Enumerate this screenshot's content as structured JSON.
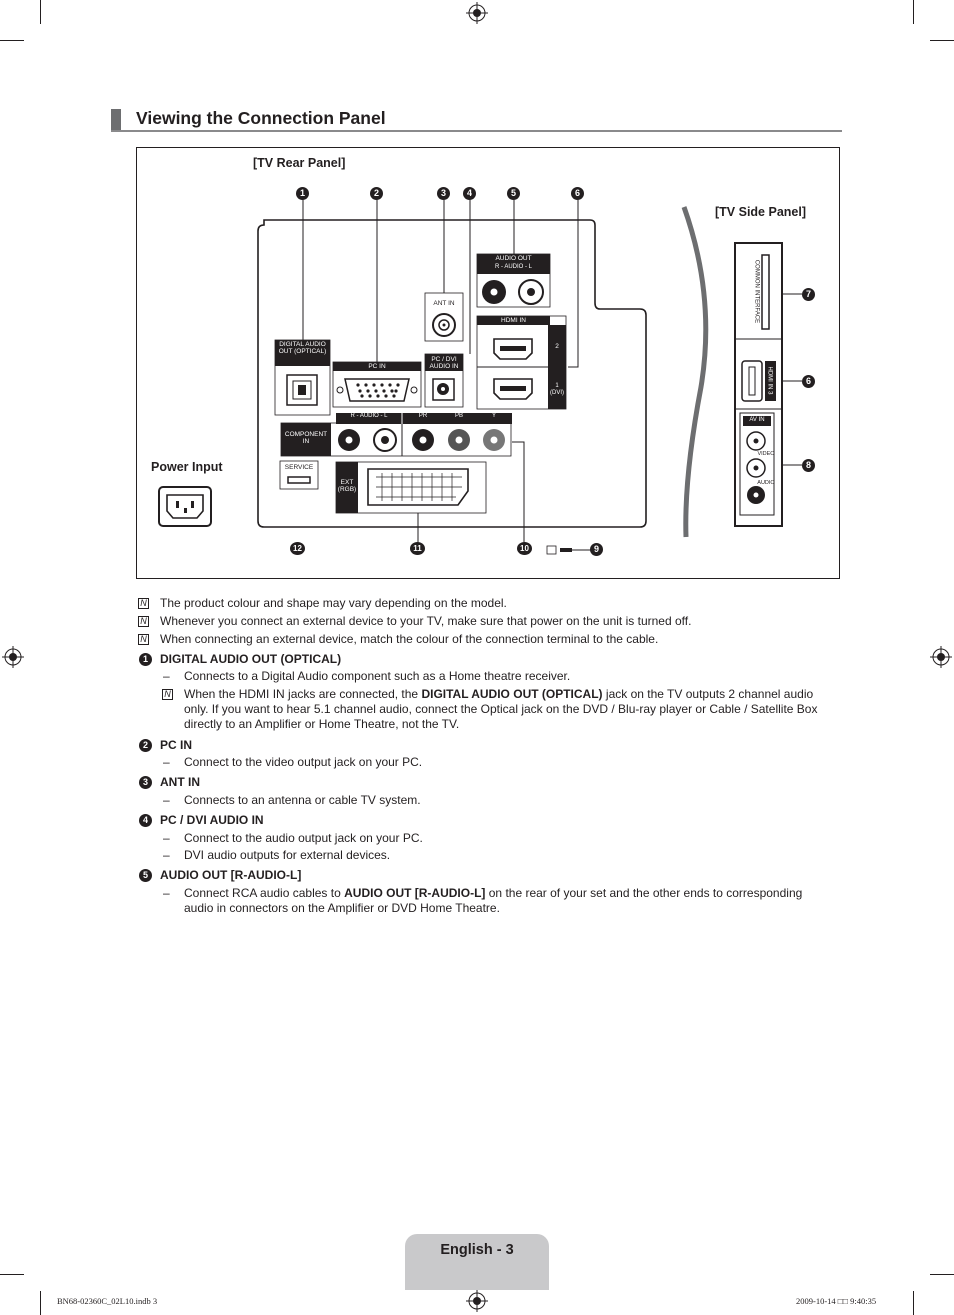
{
  "section": {
    "title": "Viewing the Connection Panel"
  },
  "figure": {
    "rear_panel_label": "[TV Rear Panel]",
    "side_panel_label": "[TV Side Panel]",
    "power_input_label": "Power Input",
    "callouts": {
      "c1": "1",
      "c2": "2",
      "c3": "3",
      "c4": "4",
      "c5": "5",
      "c6": "6",
      "c7": "7",
      "c6b": "6",
      "c8": "8",
      "c9": "9",
      "c10": "10",
      "c11": "11",
      "c12": "12"
    },
    "ports": {
      "digital_audio_out": "DIGITAL AUDIO OUT (OPTICAL)",
      "pc_in": "PC IN",
      "ant_in": "ANT IN",
      "pc_dvi_audio_in": "PC / DVI AUDIO IN",
      "audio_out": "AUDIO OUT",
      "audio_out_sub": "R - AUDIO - L",
      "hdmi_in": "HDMI IN",
      "hdmi_2": "2",
      "hdmi_1": "1 (DVI)",
      "component_in": "COMPONENT IN",
      "component_audio": "R - AUDIO - L",
      "component_pr": "PR",
      "component_pb": "PB",
      "component_y": "Y",
      "service": "SERVICE",
      "ext_rgb": "EXT (RGB)",
      "common_interface": "COMMON INTERFACE",
      "hdmi_in_3": "HDMI IN 3",
      "av_in": "AV IN",
      "video": "VIDEO",
      "audio": "AUDIO"
    }
  },
  "notes": [
    "The product colour and shape may vary depending on the model.",
    "Whenever you connect an external device to your TV, make sure that power on the unit is turned off.",
    "When connecting an external device, match the colour of the connection terminal to the cable."
  ],
  "items": [
    {
      "num": "1",
      "heading": "DIGITAL AUDIO OUT (OPTICAL)",
      "lines": [
        "Connects to a Digital Audio component such as a Home theatre receiver."
      ],
      "note_pre": "When the HDMI IN jacks are connected, the ",
      "note_bold": "DIGITAL AUDIO OUT (OPTICAL)",
      "note_post": " jack on the TV outputs 2 channel audio only. If you want to hear 5.1 channel audio, connect the Optical jack on the DVD / Blu-ray player or Cable / Satellite Box directly to an Amplifier or Home Theatre, not the TV."
    },
    {
      "num": "2",
      "heading": "PC IN",
      "lines": [
        "Connect to the video output jack on your PC."
      ]
    },
    {
      "num": "3",
      "heading": "ANT IN",
      "lines": [
        "Connects to an antenna or cable TV system."
      ]
    },
    {
      "num": "4",
      "heading": "PC / DVI AUDIO IN",
      "lines": [
        "Connect to the audio output jack on your PC.",
        "DVI audio outputs for external devices."
      ]
    },
    {
      "num": "5",
      "heading": "AUDIO OUT [R-AUDIO-L]",
      "line_pre": "Connect RCA audio cables to ",
      "line_bold": "AUDIO OUT [R-AUDIO-L]",
      "line_post": " on the rear of your set and the other ends to corresponding audio in connectors on the Amplifier or DVD Home Theatre."
    }
  ],
  "dash": "–",
  "note_symbol": "N",
  "footer": {
    "page_label": "English - 3"
  },
  "print": {
    "file": "BN68-02360C_02L10.indb   3",
    "datetime": "2009-10-14   □□ 9:40:35"
  }
}
